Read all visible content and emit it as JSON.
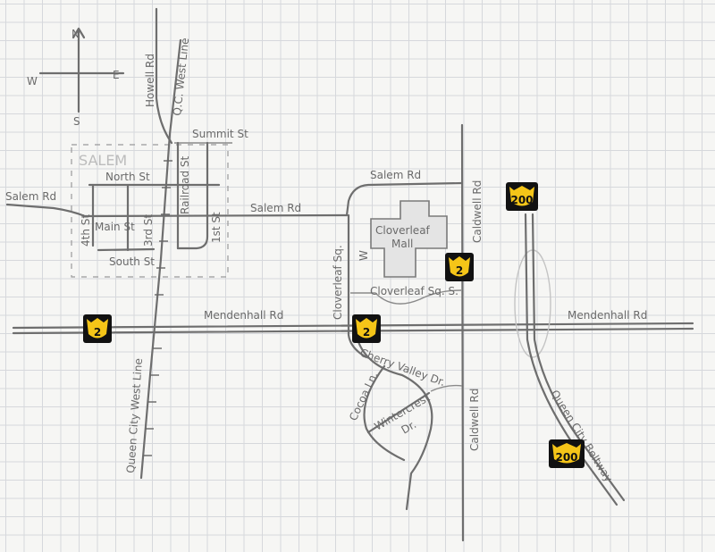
{
  "compass": {
    "n": "N",
    "s": "S",
    "e": "E",
    "w": "W"
  },
  "town": "SALEM",
  "labels": {
    "howell_rd": "Howell Rd",
    "qc_west_line_top": "Q.C. West Line",
    "qc_west_line_bottom": "Queen City West Line",
    "summit_st": "Summit St",
    "north_st": "North St",
    "salem_rd_west": "Salem Rd",
    "salem_rd_mid": "Salem Rd",
    "salem_rd_east": "Salem Rd",
    "fourth_st": "4th St",
    "third_st": "3rd St",
    "main_st": "Main St",
    "railroad_st": "Railroad St",
    "first_st": "1st St",
    "south_st": "South St",
    "mendenhall_rd_west": "Mendenhall Rd",
    "mendenhall_rd_east": "Mendenhall Rd",
    "cloverleaf_sq": "Cloverleaf Sq.",
    "cloverleaf_sq_s": "Cloverleaf Sq. S.",
    "cloverleaf_mall_1": "Cloverleaf",
    "cloverleaf_mall_2": "Mall",
    "w": "W",
    "caldwell_rd_north": "Caldwell Rd",
    "caldwell_rd_south": "Caldwell Rd",
    "cherry_valley": "Cherry Valley Dr.",
    "cocoa_ln": "Cocoa Ln.",
    "wintercrest_dr_1": "Wintercrest",
    "wintercrest_dr_2": "Dr.",
    "queen_city_beltway": "Queen City Beltway"
  },
  "shields": [
    {
      "route": "2",
      "color": "#f5c518"
    },
    {
      "route": "2",
      "color": "#f5c518"
    },
    {
      "route": "2",
      "color": "#f5c518"
    },
    {
      "route": "200",
      "color": "#f5c518"
    },
    {
      "route": "200",
      "color": "#f5c518"
    }
  ]
}
